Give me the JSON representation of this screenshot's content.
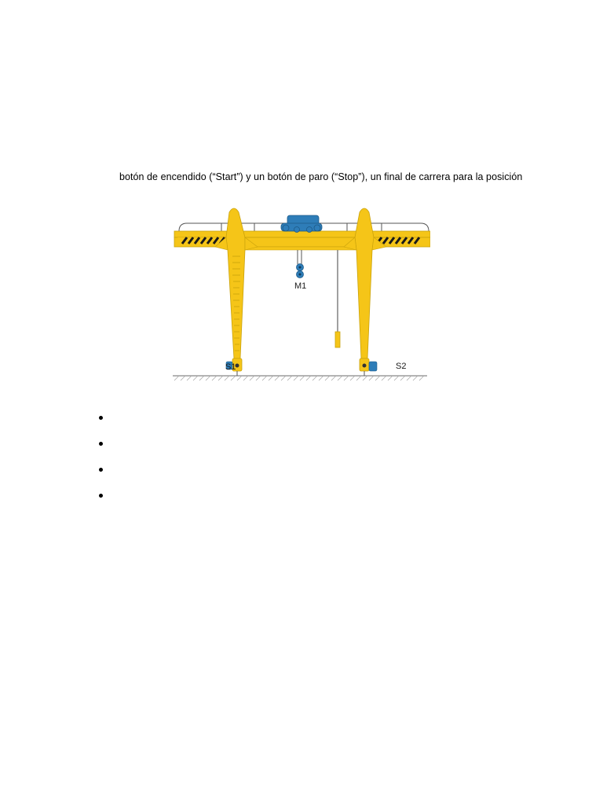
{
  "document": {
    "text_line": "botón de encendido (“Start”) y un botón de paro (“Stop”), un final de carrera para la posición",
    "figure": {
      "labels": {
        "motor": "M1",
        "sensor_left": "S1",
        "sensor_right": "S2"
      },
      "colors": {
        "structure": "#F5C518",
        "structure_edge": "#C9A20C",
        "trolley": "#2E7DB8",
        "hazard_stripe": "#1a1a1a",
        "ground": "#888888"
      }
    },
    "bullets": [
      "",
      "",
      "",
      ""
    ]
  }
}
